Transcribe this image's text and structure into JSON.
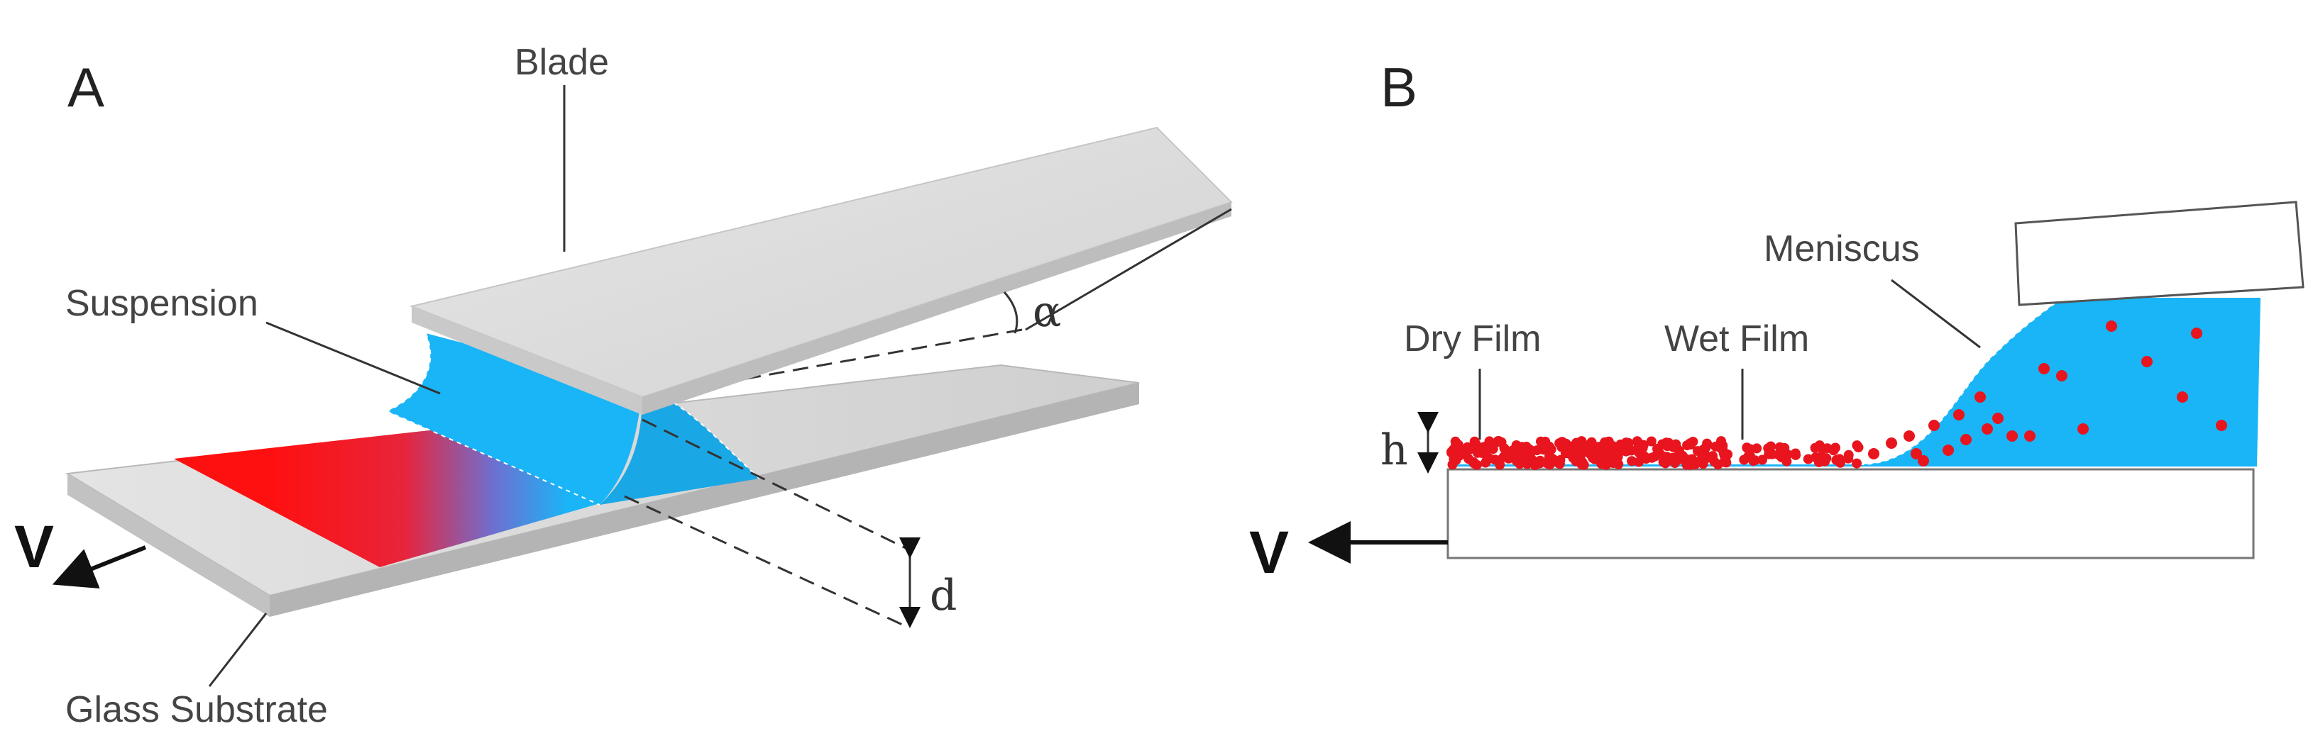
{
  "panels": {
    "a": "A",
    "b": "B"
  },
  "labels": {
    "blade": "Blade",
    "suspension": "Suspension",
    "glass_substrate": "Glass Substrate",
    "alpha": "α",
    "gap": "d",
    "velocity": "V",
    "meniscus": "Meniscus",
    "dry_film": "Dry Film",
    "wet_film": "Wet Film",
    "thickness": "h"
  },
  "colors": {
    "suspension": "#19b5f7",
    "particles": "#e8141e",
    "dry_film": "#ff1a1a",
    "blade": "#e2e2e2",
    "substrate": "#d4d4d4"
  }
}
